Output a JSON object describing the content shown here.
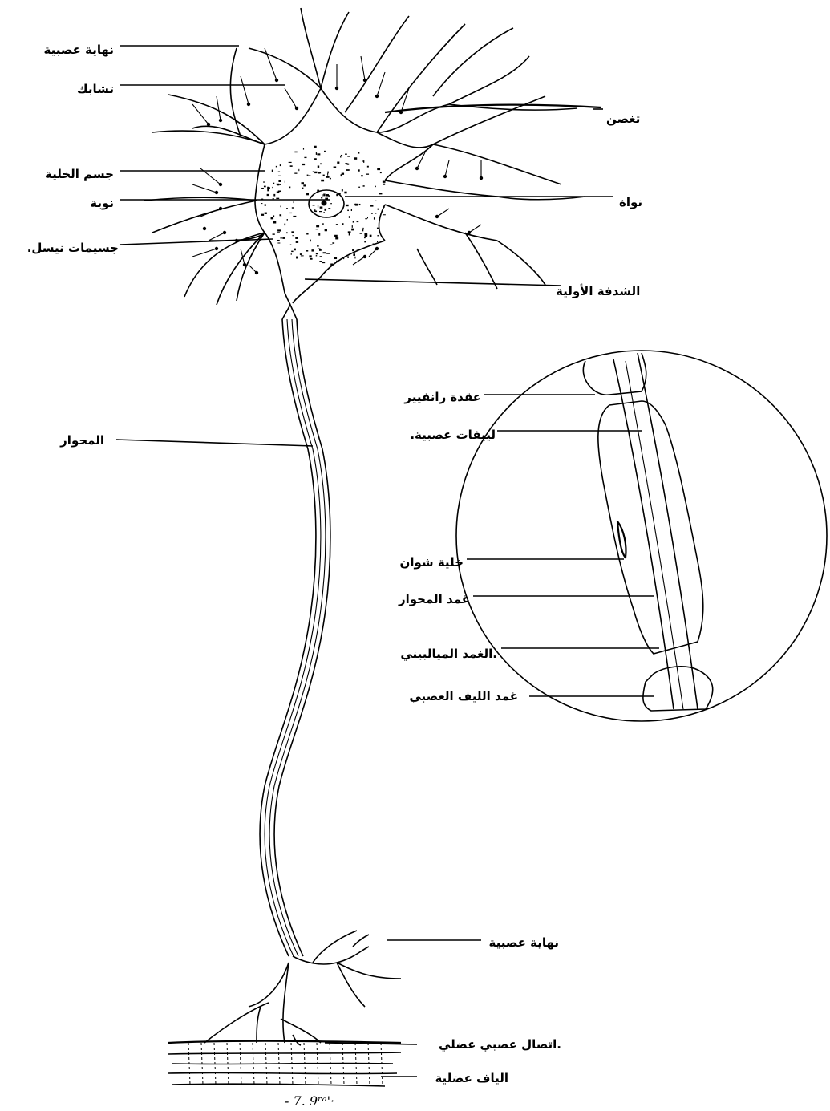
{
  "labels": {
    "nerve_ending_top": "نهاية عصبية",
    "synapse": "تشابك",
    "dendrite": "تغصن",
    "cell_body": "جسم الخلية",
    "nucleus": "نواة",
    "nucleolus": "نوية",
    "nissl_bodies": ".جسيمات نيسل",
    "axon_hillock": "الشدفة الأولية",
    "ranvier_node": "عقدة رانفيير",
    "neurofibrils": ".لييفات عصبية",
    "axon": "المحوار",
    "schwann_cell": "خلية شوان",
    "axon_sheath": "غمد المحوار",
    "myelin_sheath": "الغمد الميالبيني.",
    "neurilemma": "غمد الليف العصبي",
    "nerve_ending_bottom": "نهاية عصبية",
    "neuromuscular_junction": "اتصال عصبي عضلي.",
    "muscle_fibers": "الياف عضلية"
  },
  "signature": "- 7. 9ʳᵃ'·"
}
